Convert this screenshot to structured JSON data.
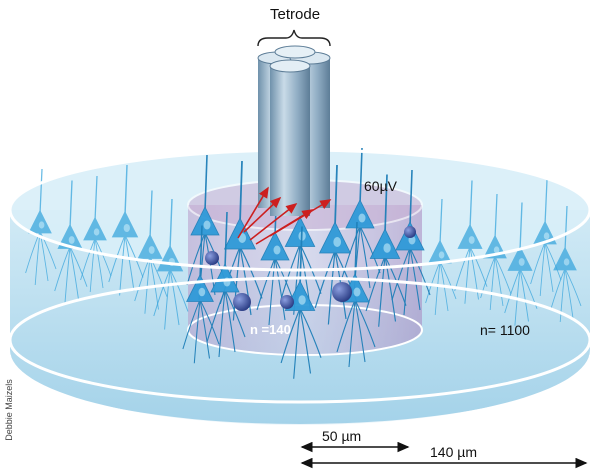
{
  "labels": {
    "tetrode": "Tetrode",
    "amplitude": "60µV",
    "inner_count": "n =140",
    "outer_count": "n= 1100",
    "inner_radius": "50 µm",
    "outer_radius": "140 µm",
    "credit": "Debbie Maizels"
  },
  "colors": {
    "tissue_fill": "#a9d7ec",
    "ring_stroke": "#ffffff",
    "inner_cylinder": "#b48ec4",
    "neuron": "#3aa6dd",
    "neuron_dark": "#1f7fb8",
    "tetrode": "#8fb3cc",
    "soma_sphere": "#3a4f9a",
    "field_arrow": "#cc1f1f"
  }
}
